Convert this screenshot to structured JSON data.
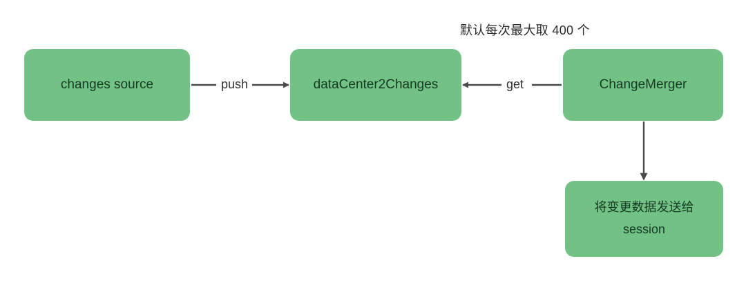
{
  "diagram": {
    "title_annotation": "默认每次最大取 400 个",
    "background_color": "#ffffff",
    "node_fill_color": "#72c285",
    "node_text_color": "#143a21",
    "connector_color": "#4a4a4a",
    "nodes": [
      {
        "id": "changes-source",
        "label": "changes source"
      },
      {
        "id": "datacenter2changes",
        "label": "dataCenter2Changes"
      },
      {
        "id": "changemerger",
        "label": "ChangeMerger"
      },
      {
        "id": "send-to-session",
        "label_line1": "将变更数据发送给",
        "label_line2": "session"
      }
    ],
    "edges": [
      {
        "id": "push",
        "label": "push",
        "from": "changes-source",
        "to": "datacenter2changes",
        "direction": "right"
      },
      {
        "id": "get",
        "label": "get",
        "from": "changemerger",
        "to": "datacenter2changes",
        "direction": "left"
      },
      {
        "id": "send",
        "label": "",
        "from": "changemerger",
        "to": "send-to-session",
        "direction": "down"
      }
    ]
  }
}
